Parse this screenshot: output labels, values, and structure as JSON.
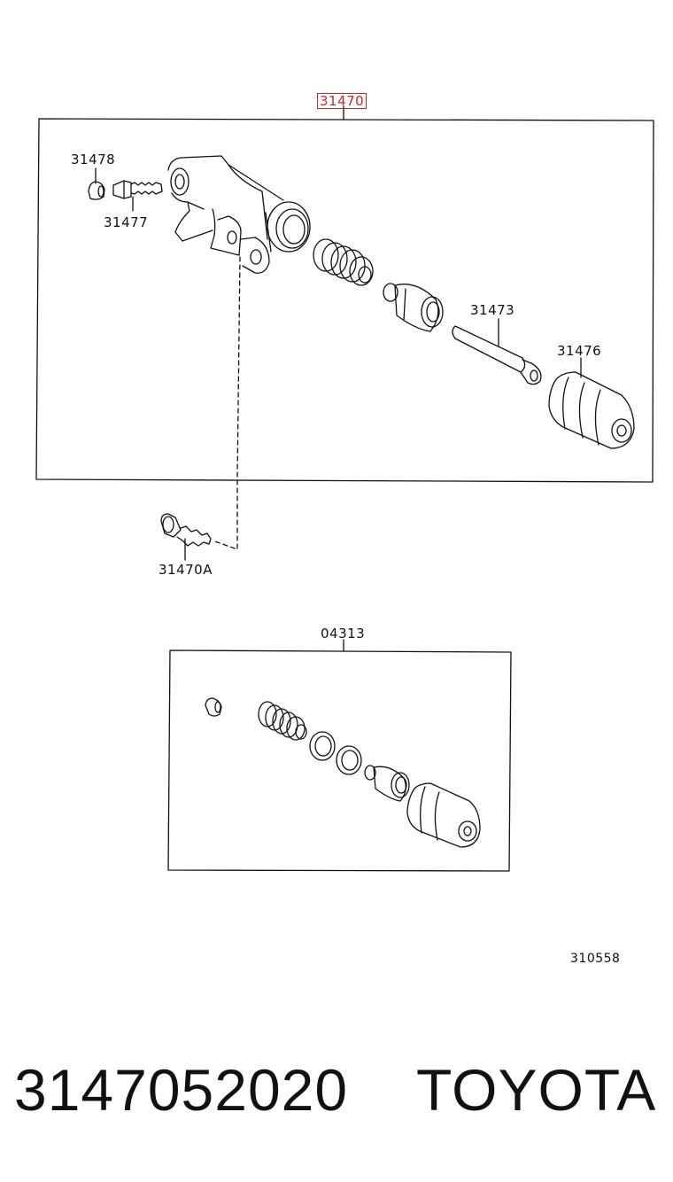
{
  "callouts": {
    "assembly": "31470",
    "bleeder_cap": "31478",
    "bleeder_plug": "31477",
    "push_rod": "31473",
    "boot": "31476",
    "bolt": "31470A",
    "repair_kit": "04313",
    "illustration_no": "310558"
  },
  "footer": {
    "part_number": "3147052020",
    "brand": "TOYOTA"
  },
  "colors": {
    "highlight": "#c8282e",
    "ink": "#111111"
  }
}
